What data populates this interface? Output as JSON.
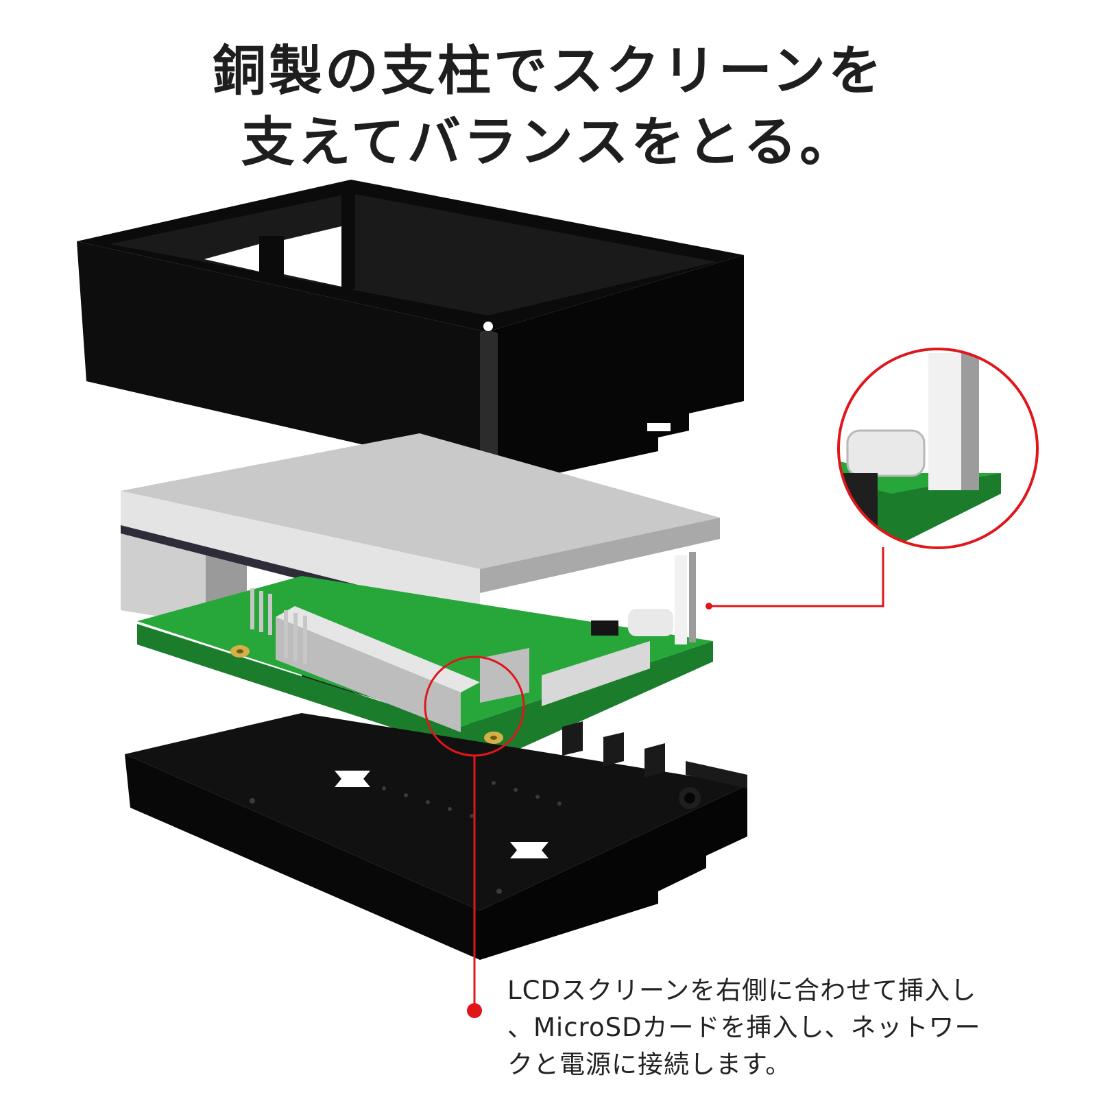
{
  "headline": {
    "line1": "銅製の支柱でスクリーンを",
    "line2": "支えてバランスをとる。"
  },
  "caption": {
    "line1": "LCDスクリーンを右側に合わせて挿入し",
    "line2": "、MicroSDカードを挿入し、ネットワー",
    "line3": "クと電源に接続します。"
  },
  "colors": {
    "case": "#0b0b0b",
    "screen": "#c9c9c9",
    "pcb": "#27a63a",
    "callout": "#e0161b",
    "text": "#1e1e1e"
  }
}
